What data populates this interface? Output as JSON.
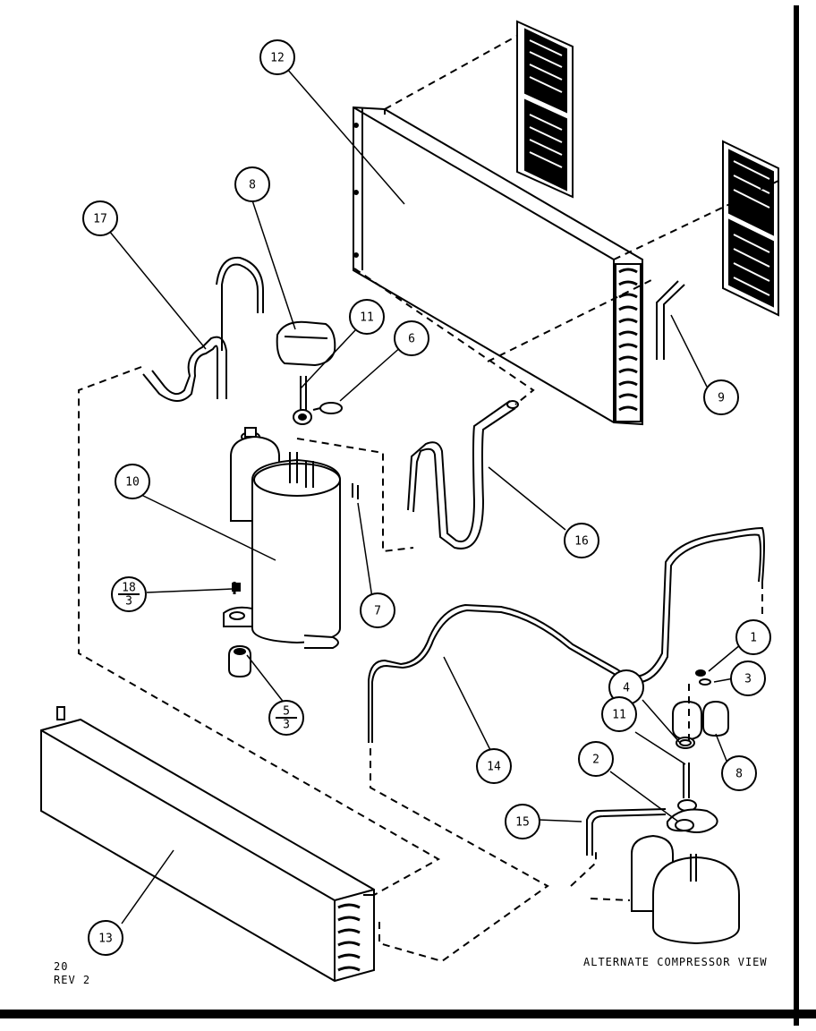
{
  "callouts": [
    {
      "id": "c12",
      "text": "12"
    },
    {
      "id": "c8a",
      "text": "8"
    },
    {
      "id": "c17",
      "text": "17"
    },
    {
      "id": "c11a",
      "text": "11"
    },
    {
      "id": "c6",
      "text": "6"
    },
    {
      "id": "c9",
      "text": "9"
    },
    {
      "id": "c10",
      "text": "10"
    },
    {
      "id": "c16",
      "text": "16"
    },
    {
      "id": "c7",
      "text": "7"
    },
    {
      "id": "c18",
      "text": "18",
      "sub": "3"
    },
    {
      "id": "c5",
      "text": "5",
      "sub": "3"
    },
    {
      "id": "c1",
      "text": "1"
    },
    {
      "id": "c3",
      "text": "3"
    },
    {
      "id": "c4",
      "text": "4"
    },
    {
      "id": "c11b",
      "text": "11"
    },
    {
      "id": "c8b",
      "text": "8"
    },
    {
      "id": "c2",
      "text": "2"
    },
    {
      "id": "c14",
      "text": "14"
    },
    {
      "id": "c15",
      "text": "15"
    },
    {
      "id": "c13",
      "text": "13"
    }
  ],
  "captions": {
    "alternate_view": "ALTERNATE COMPRESSOR VIEW",
    "page_number": "20",
    "revision": "REV 2"
  }
}
